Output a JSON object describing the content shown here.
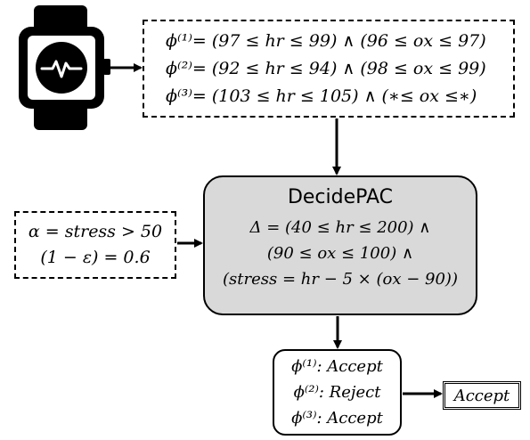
{
  "icon": {
    "name": "smartwatch-heartbeat-icon"
  },
  "observations": {
    "lines": [
      "ϕ⁽¹⁾= (97 ≤ hr ≤ 99) ∧ (96 ≤ ox ≤ 97)",
      "ϕ⁽²⁾= (92 ≤ hr ≤ 94) ∧ (98 ≤ ox ≤ 99)",
      "ϕ⁽³⁾= (103 ≤ hr ≤ 105) ∧ (∗≤ ox ≤∗)"
    ]
  },
  "query": {
    "lines": [
      "α = stress > 50",
      "(1 − ε) = 0.6"
    ]
  },
  "decide_pac": {
    "title": "DecidePAC",
    "lines": [
      "Δ = (40 ≤ hr ≤ 200) ∧",
      "(90 ≤ ox ≤ 100) ∧",
      "(stress = hr − 5 × (ox − 90))"
    ],
    "fill_color": "#d9d9d9"
  },
  "results": {
    "lines": [
      "ϕ⁽¹⁾: Accept",
      "ϕ⁽²⁾: Reject",
      "ϕ⁽³⁾: Accept"
    ]
  },
  "final": {
    "label": "Accept"
  }
}
